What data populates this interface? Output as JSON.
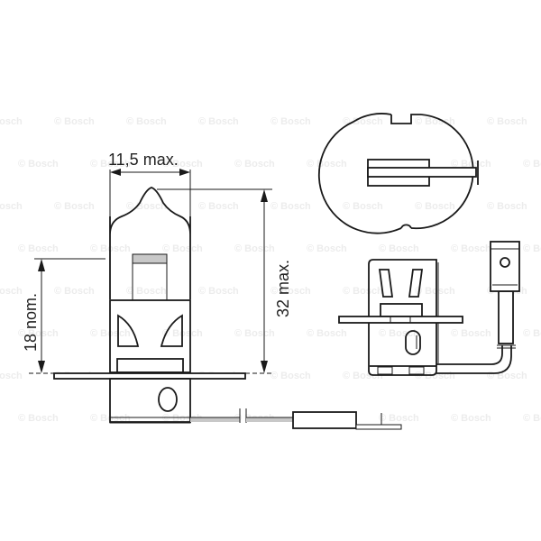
{
  "drawing": {
    "title": "H3 halogen bulb technical drawing",
    "watermark": "© Bosch",
    "dimensions": {
      "width_label": "11,5 max.",
      "height_label": "32 max.",
      "focal_label": "18 nom."
    },
    "views": [
      "side-view",
      "top-view",
      "base-view"
    ],
    "colors": {
      "line": "#1a1a1a",
      "watermark": "#ececec",
      "fill_grey": "#c8c8c8"
    }
  }
}
